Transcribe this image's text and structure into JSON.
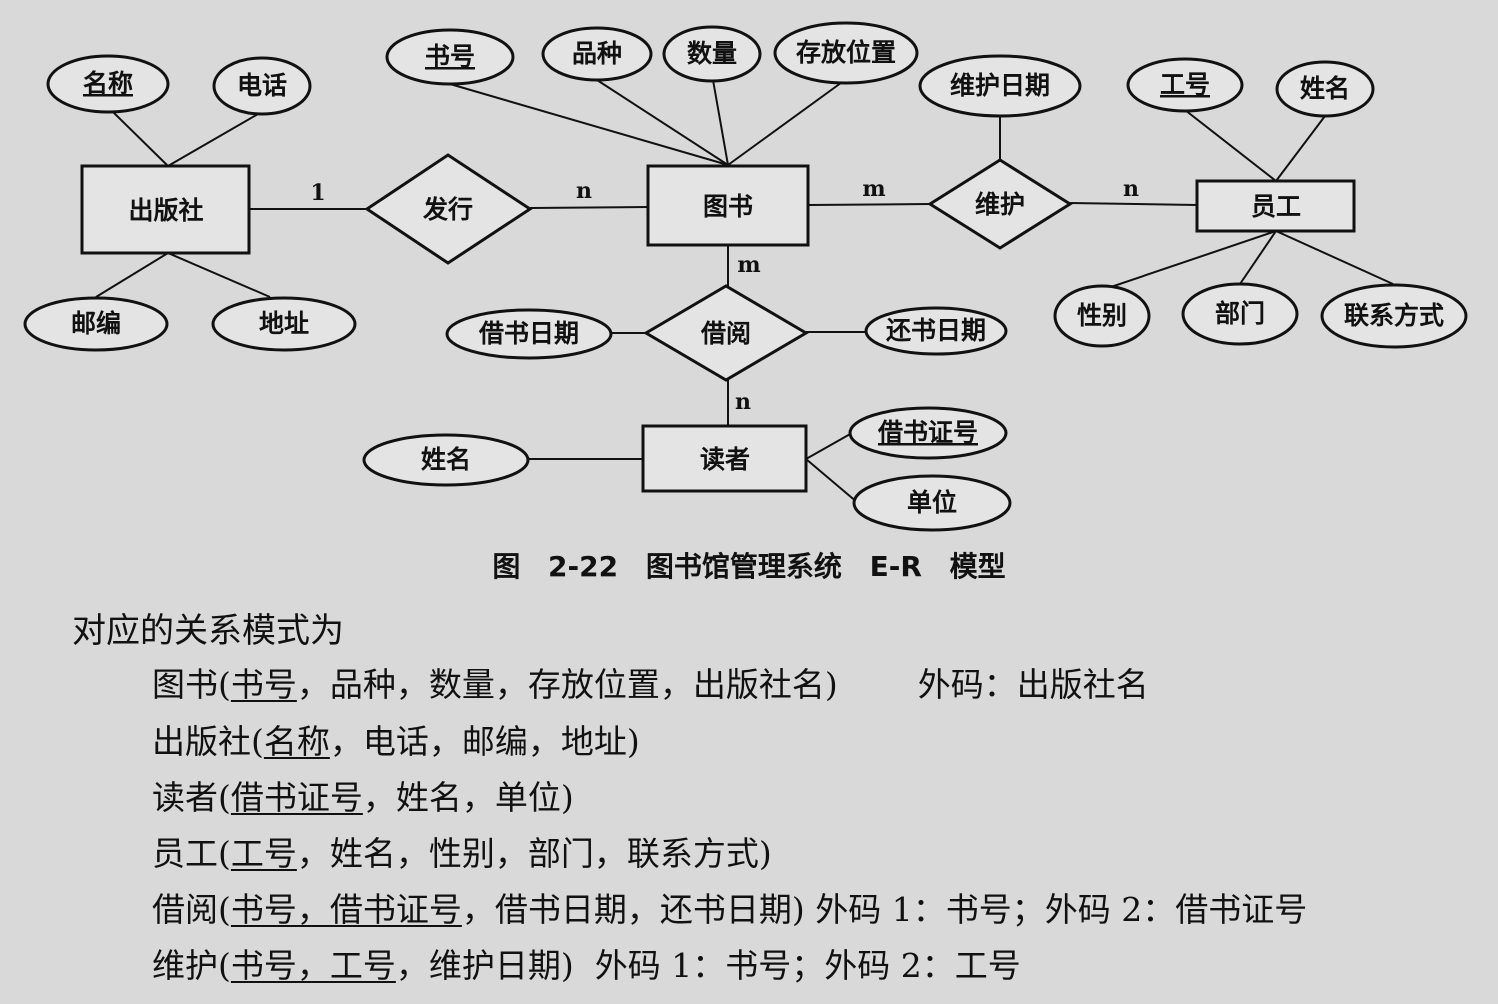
{
  "entities": {
    "publisher": "出版社",
    "book": "图书",
    "staff": "员工",
    "reader": "读者"
  },
  "relationships": {
    "issue": "发行",
    "maintain": "维护",
    "borrow": "借阅"
  },
  "attributes": {
    "publisher_name": "名称",
    "publisher_phone": "电话",
    "publisher_zip": "邮编",
    "publisher_address": "地址",
    "book_id": "书号",
    "book_type": "品种",
    "book_qty": "数量",
    "book_location": "存放位置",
    "maintain_date": "维护日期",
    "staff_id": "工号",
    "staff_name": "姓名",
    "staff_gender": "性别",
    "staff_dept": "部门",
    "staff_contact": "联系方式",
    "borrow_date": "借书日期",
    "return_date": "还书日期",
    "reader_name": "姓名",
    "reader_card": "借书证号",
    "reader_unit": "单位"
  },
  "cardinalities": {
    "publisher_issue": "1",
    "issue_book": "n",
    "book_maintain": "m",
    "maintain_staff": "n",
    "book_borrow": "m",
    "borrow_reader": "n"
  },
  "caption": "图 2-22 图书馆管理系统 E-R 模型",
  "relations_heading": "对应的关系模式为",
  "relations": {
    "r1": {
      "name": "图书(",
      "key": "书号",
      "rest": "，品种，数量，存放位置，出版社名)",
      "note": "外码：出版社名"
    },
    "r2": {
      "name": "出版社(",
      "key": "名称",
      "rest": "，电话，邮编，地址)"
    },
    "r3": {
      "name": "读者(",
      "key": "借书证号",
      "rest": "，姓名，单位)"
    },
    "r4": {
      "name": "员工(",
      "key": "工号",
      "rest": "，姓名，性别，部门，联系方式)"
    },
    "r5": {
      "name": "借阅(",
      "key": "书号，借书证号",
      "rest": "，借书日期，还书日期) 外码 1：书号；外码 2：借书证号"
    },
    "r6": {
      "name": "维护(",
      "key": "书号，工号",
      "rest": "，维护日期)  外码 1：书号；外码 2：工号"
    }
  }
}
